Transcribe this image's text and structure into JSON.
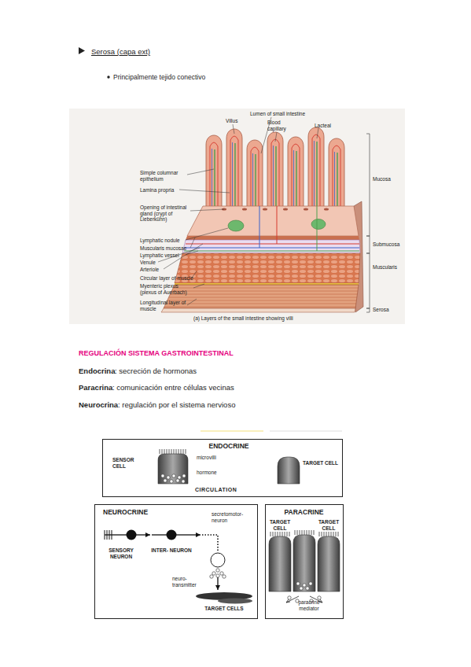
{
  "diagram": {
    "title": "REGULACIÓN SISTEMA GASTROINTESTINAL",
    "nodes": [
      {
        "text": [
          "ENDOCRINE"
        ]
      },
      {
        "text": [
          "SENSOR CELL"
        ],
        "in": 0
      },
      {
        "text": [
          "TARGET CELL"
        ],
        "in": 0
      },
      {
        "text": [
          "NEUROCRINE"
        ]
      },
      {
        "text": [
          "SENSORY NEURON"
        ],
        "in": 3
      },
      {
        "text": [
          "INTER- NEURON"
        ],
        "in": 3
      },
      {
        "text": [
          "secretomotor- neuron"
        ],
        "in": 3
      },
      {
        "text": [
          "TARGET CELLS"
        ],
        "in": 3
      },
      {
        "text": [
          "PARACRINE"
        ]
      },
      {
        "text": [
          "TARGET CELL"
        ],
        "in": 8
      },
      {
        "text": [
          "TARGET CELL"
        ],
        "in": 8
      }
    ],
    "edges": [
      {
        "from": 4,
        "to": 5,
        "arrow": "to"
      },
      {
        "from": 5,
        "to": 6,
        "arrow": "to"
      },
      {
        "from": 6,
        "to": 7,
        "arrow": "to",
        "label": "neuro- transmitter"
      }
    ],
    "labels": [
      "Serosa (capa ext)",
      "Principalmente tejido conectivo",
      "Villus",
      "Lumen of small intestine",
      "Blood capillary",
      "Lacteal",
      "Simple columnar epithelium",
      "Lamina propria",
      "Opening of intestinal gland (crypt of Lieberkühn)",
      "Lymphatic nodule",
      "Muscularis mucosae",
      "Lymphatic vessel",
      "Venule",
      "Arteriole",
      "Circular layer of muscle",
      "Myenteric plexus (plexus of Auerbach)",
      "Longitudinal layer of muscle",
      "Mucosa",
      "Submucosa",
      "Muscularis",
      "Serosa",
      "(a) Layers of the small intestine showing villi",
      "Endocrina",
      ": secreción de hormonas",
      "Paracrina",
      ": comunicación entre células vecinas",
      "Neurocrina",
      ": regulación por el sistema nervioso",
      "microvilli",
      "hormone",
      "CIRCULATION",
      "paracrine mediator"
    ]
  }
}
